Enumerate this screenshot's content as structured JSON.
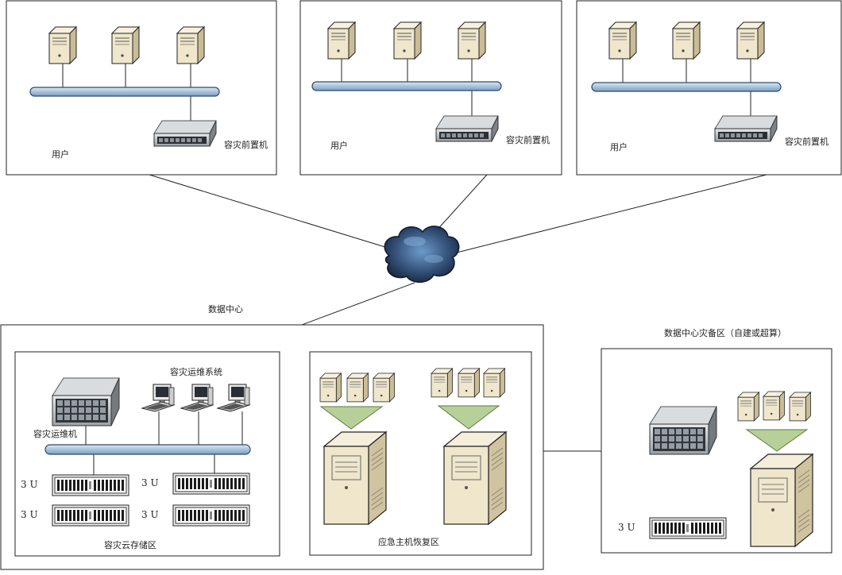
{
  "branches": [
    {
      "user_label": "用户",
      "front_label": "容灾前置机"
    },
    {
      "user_label": "用户",
      "front_label": "容灾前置机"
    },
    {
      "user_label": "用户",
      "front_label": "容灾前置机"
    }
  ],
  "datacenter": {
    "title": "数据中心",
    "ops_system_label": "容灾运维系统",
    "ops_machine_label": "容灾运维机",
    "storage_label": "容灾云存储区",
    "rack_units": [
      "3 U",
      "3 U",
      "3 U",
      "3 U"
    ],
    "recovery_label": "应急主机恢复区"
  },
  "backup": {
    "title": "数据中心灾备区（自建或超算）",
    "rack_unit": "3 U"
  },
  "colors": {
    "bus_fill": "#b8cfe4",
    "bus_stroke": "#2d4a6b",
    "server_beige": "#efe6cc",
    "funnel_green": "#b7cf98",
    "cloud_dark": "#1e2d47",
    "cloud_light": "#5d8ab8"
  },
  "icons": [
    "server-tower-icon",
    "rack-server-icon",
    "workstation-icon",
    "cloud-icon",
    "storage-array-icon",
    "mainframe-icon"
  ]
}
